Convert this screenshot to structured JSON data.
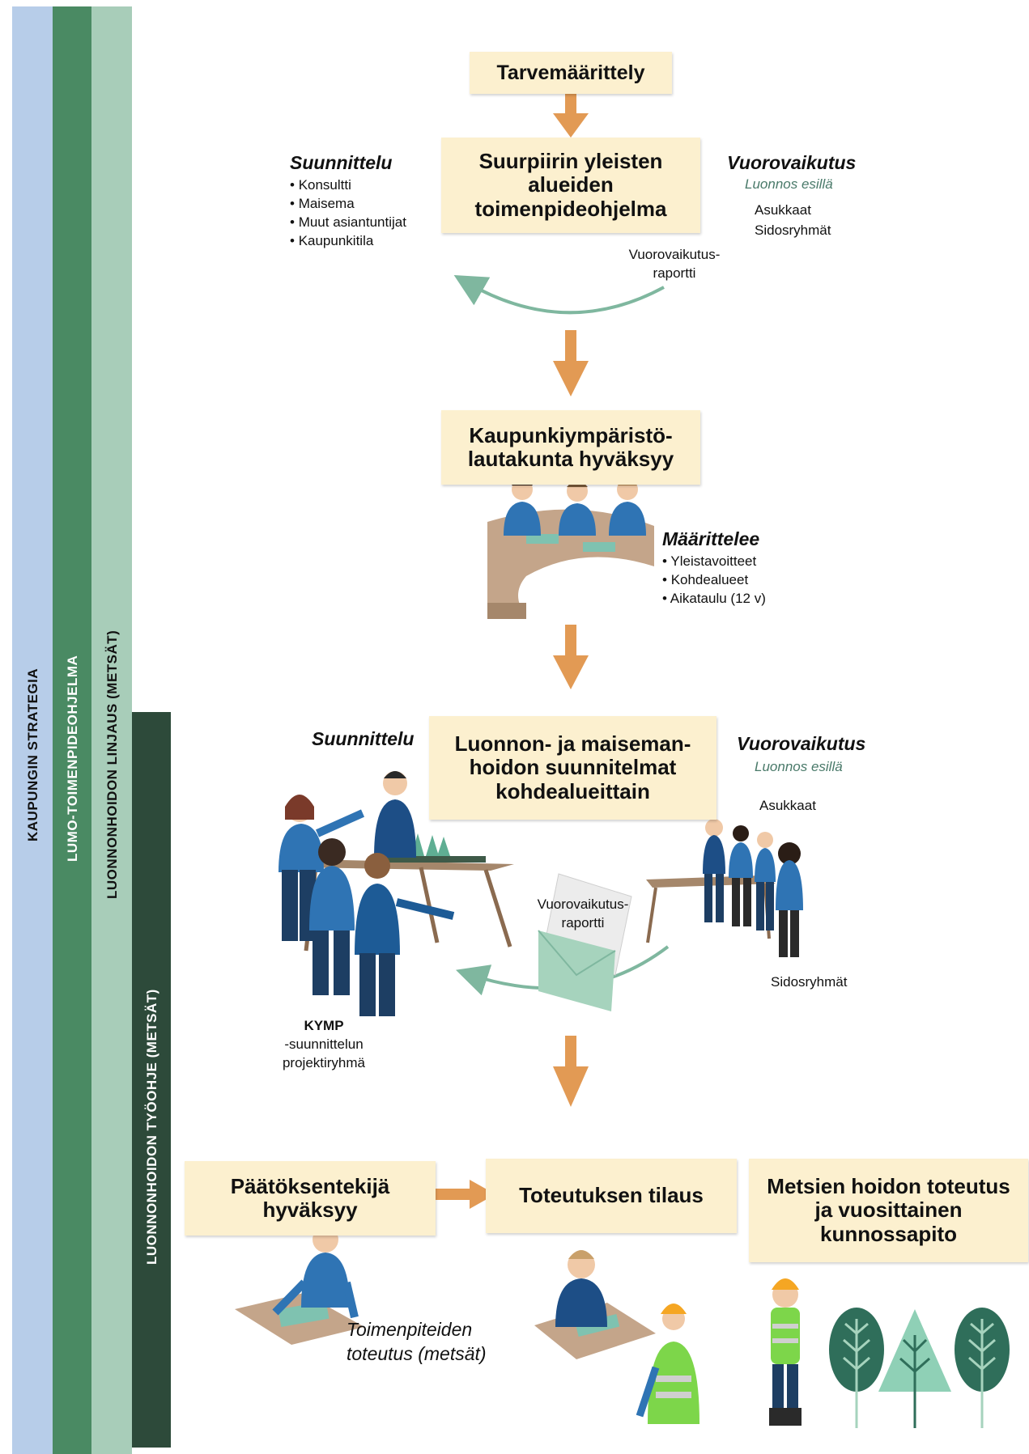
{
  "bands": [
    {
      "label": "KAUPUNGIN STRATEGIA",
      "color": "#b7cde9"
    },
    {
      "label": "LUMO-TOIMENPIDEOHJELMA",
      "color": "#4a8a63"
    },
    {
      "label": "LUONNONHOIDON LINJAUS (METSÄT)",
      "color": "#a8cdb9"
    },
    {
      "label": "LUONNONHOIDON TYÖOHJE (METSÄT)",
      "color": "#2d4a3a"
    }
  ],
  "boxes": {
    "tarve": "Tarvemäärittely",
    "ohjelma": "Suurpiirin yleisten alueiden toimenpideohjelma",
    "lautakunta": "Kaupunkiympäristö-lautakunta hyväksyy",
    "suunnitelmat": "Luonnon- ja maiseman-hoidon suunnitelmat kohdealueittain",
    "paatos": "Päätöksentekijä hyväksyy",
    "tilaus": "Toteutuksen tilaus",
    "metsien": "Metsien hoidon toteutus ja vuosittainen kunnossapito"
  },
  "section1": {
    "suunnittelu_title": "Suunnittelu",
    "suunnittelu_items": [
      "Konsultti",
      "Maisema",
      "Muut asiantuntijat",
      "Kaupunkitila"
    ],
    "vuoro_title": "Vuorovaikutus",
    "vuoro_sub": "Luonnos esillä",
    "vuoro_items": [
      "Asukkaat",
      "Sidosryhmät"
    ],
    "report": [
      "Vuorovaikutus-",
      "raportti"
    ]
  },
  "section2": {
    "title": "Määrittelee",
    "items": [
      "Yleistavoitteet",
      "Kohdealueet",
      "Aikataulu (12 v)"
    ]
  },
  "section3": {
    "suunnittelu_title": "Suunnittelu",
    "vuoro_title": "Vuorovaikutus",
    "vuoro_sub": "Luonnos esillä",
    "asukkaat": "Asukkaat",
    "sidosryhmat": "Sidosryhmät",
    "report": [
      "Vuorovaikutus-",
      "raportti"
    ],
    "kymp_bold": "KYMP",
    "kymp_rest": [
      "-suunnittelun",
      "projektiryhmä"
    ]
  },
  "section4": {
    "toteutus": [
      "Toimenpiteiden",
      "toteutus (metsät)"
    ]
  },
  "colors": {
    "arrow": "#e29a54",
    "box": "#fcf0cf",
    "curve": "#7fb79f",
    "figure": "#2f74b4",
    "table": "#c4a58a"
  }
}
